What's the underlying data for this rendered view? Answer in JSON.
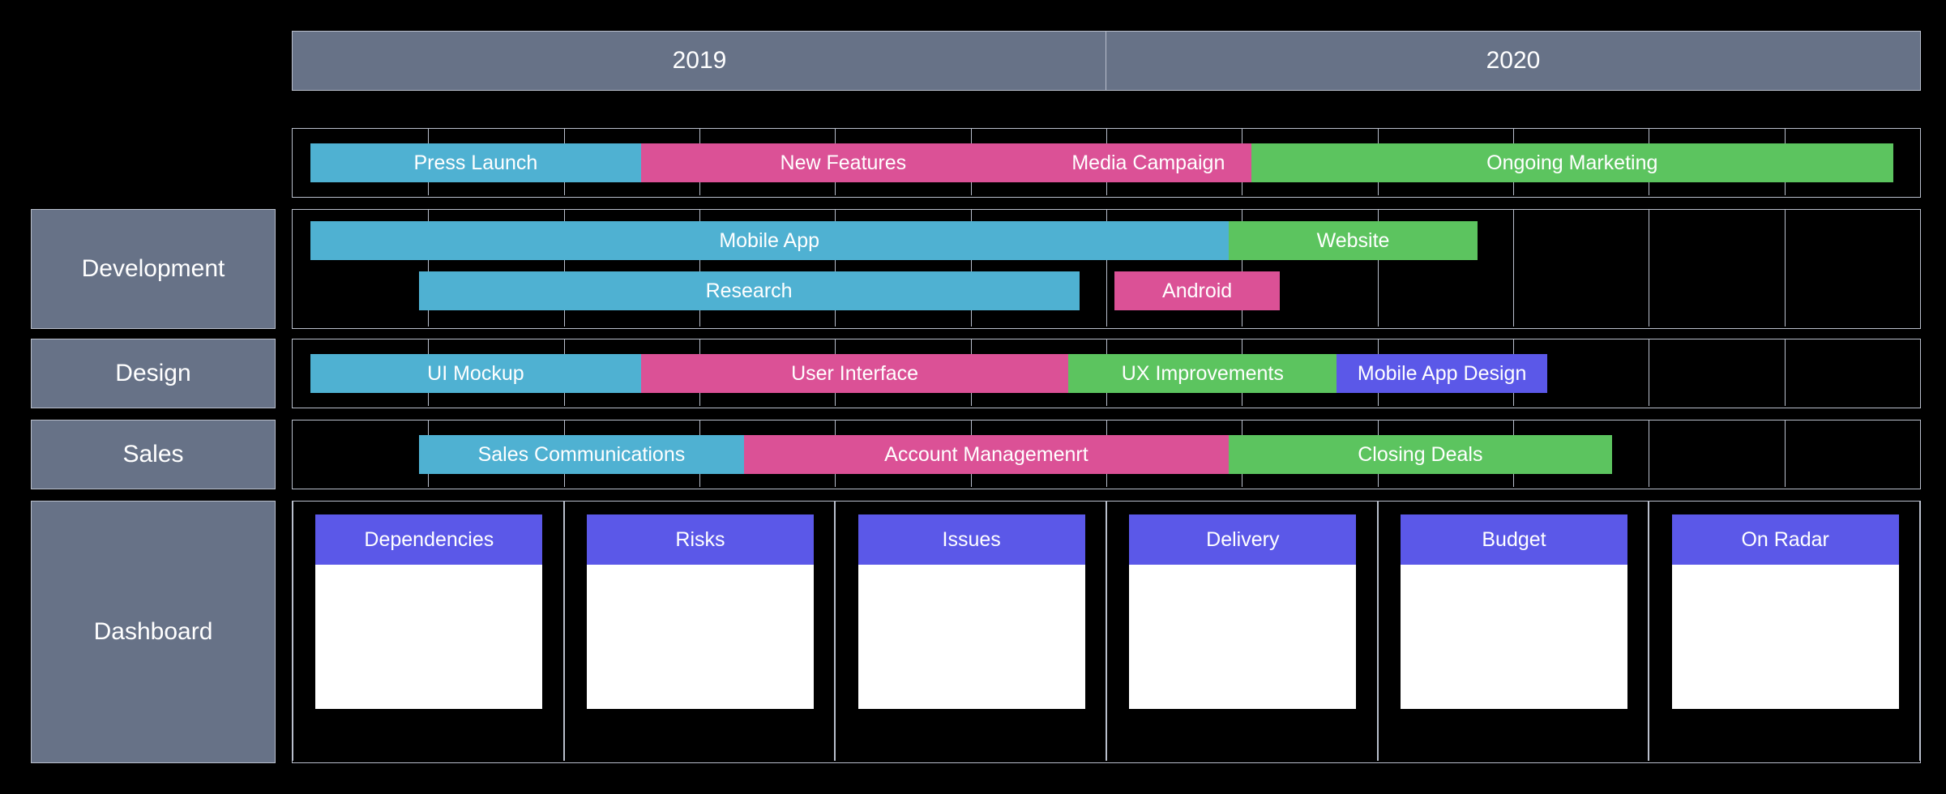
{
  "theme": {
    "background": "#000000",
    "grid_line": "#b9bfcc",
    "label_block": "#677287",
    "bar_cyan": "#4FB1D2",
    "bar_pink": "#DB5196",
    "bar_green": "#5CC45F",
    "bar_purple": "#5B58E8",
    "card_header": "#5B58E8",
    "card_body": "#FFFFFF",
    "text": "#FFFFFF"
  },
  "timeline": {
    "years": [
      {
        "label": "2019"
      },
      {
        "label": "2020"
      }
    ],
    "columns_per_year": 6,
    "total_columns": 12
  },
  "rows": [
    {
      "id": "marketing",
      "label": "",
      "has_label_block": false,
      "tracks": [
        {
          "bars": [
            {
              "label": "Press Launch",
              "color_key": "bar_cyan",
              "start_col": 0.13,
              "end_col": 2.57
            },
            {
              "label": "New Features",
              "color_key": "bar_pink",
              "start_col": 2.57,
              "end_col": 5.55
            },
            {
              "label": "Media Campaign",
              "color_key": "bar_pink",
              "start_col": 5.55,
              "end_col": 7.07
            },
            {
              "label": "Ongoing Marketing",
              "color_key": "bar_green",
              "start_col": 7.07,
              "end_col": 11.8
            }
          ]
        }
      ]
    },
    {
      "id": "development",
      "label": "Development",
      "has_label_block": true,
      "tracks": [
        {
          "bars": [
            {
              "label": "Mobile App",
              "color_key": "bar_cyan",
              "start_col": 0.13,
              "end_col": 6.9
            },
            {
              "label": "Website",
              "color_key": "bar_green",
              "start_col": 6.9,
              "end_col": 8.74
            }
          ]
        },
        {
          "bars": [
            {
              "label": "Research",
              "color_key": "bar_cyan",
              "start_col": 0.93,
              "end_col": 5.8
            },
            {
              "label": "Android",
              "color_key": "bar_pink",
              "start_col": 6.06,
              "end_col": 7.28
            }
          ]
        }
      ]
    },
    {
      "id": "design",
      "label": "Design",
      "has_label_block": true,
      "tracks": [
        {
          "bars": [
            {
              "label": "UI Mockup",
              "color_key": "bar_cyan",
              "start_col": 0.13,
              "end_col": 2.57
            },
            {
              "label": "User Interface",
              "color_key": "bar_pink",
              "start_col": 2.57,
              "end_col": 5.72
            },
            {
              "label": "UX Improvements",
              "color_key": "bar_green",
              "start_col": 5.72,
              "end_col": 7.7
            },
            {
              "label": "Mobile App Design",
              "color_key": "bar_purple",
              "start_col": 7.7,
              "end_col": 9.25
            }
          ]
        }
      ]
    },
    {
      "id": "sales",
      "label": "Sales",
      "has_label_block": true,
      "tracks": [
        {
          "bars": [
            {
              "label": "Sales Communications",
              "color_key": "bar_cyan",
              "start_col": 0.93,
              "end_col": 3.33
            },
            {
              "label": "Account Managemenrt",
              "color_key": "bar_pink",
              "start_col": 3.33,
              "end_col": 6.9
            },
            {
              "label": "Closing Deals",
              "color_key": "bar_green",
              "start_col": 6.9,
              "end_col": 9.73
            }
          ]
        }
      ]
    }
  ],
  "dashboard": {
    "label": "Dashboard",
    "cards": [
      {
        "title": "Dependencies"
      },
      {
        "title": "Risks"
      },
      {
        "title": "Issues"
      },
      {
        "title": "Delivery"
      },
      {
        "title": "Budget"
      },
      {
        "title": "On Radar"
      }
    ]
  }
}
